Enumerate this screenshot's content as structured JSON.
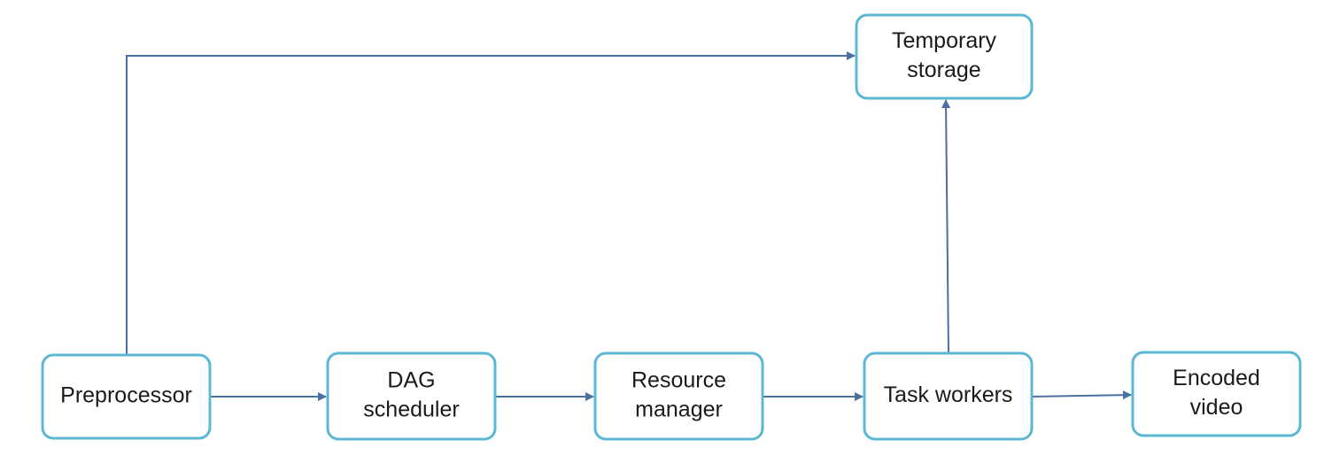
{
  "colors": {
    "box_border": "#5bb8d4",
    "edge": "#4a6fa0",
    "text": "#1a1a1a"
  },
  "nodes": [
    {
      "id": "preprocessor",
      "lines": [
        "Preprocessor"
      ]
    },
    {
      "id": "dag-scheduler",
      "lines": [
        "DAG",
        "scheduler"
      ]
    },
    {
      "id": "resource-manager",
      "lines": [
        "Resource",
        "manager"
      ]
    },
    {
      "id": "task-workers",
      "lines": [
        "Task workers"
      ]
    },
    {
      "id": "encoded-video",
      "lines": [
        "Encoded",
        "video"
      ]
    },
    {
      "id": "temporary-storage",
      "lines": [
        "Temporary",
        "storage"
      ]
    }
  ],
  "edges": [
    {
      "from": "preprocessor",
      "to": "dag-scheduler"
    },
    {
      "from": "dag-scheduler",
      "to": "resource-manager"
    },
    {
      "from": "resource-manager",
      "to": "task-workers"
    },
    {
      "from": "task-workers",
      "to": "encoded-video"
    },
    {
      "from": "task-workers",
      "to": "temporary-storage"
    },
    {
      "from": "preprocessor",
      "to": "temporary-storage"
    }
  ]
}
